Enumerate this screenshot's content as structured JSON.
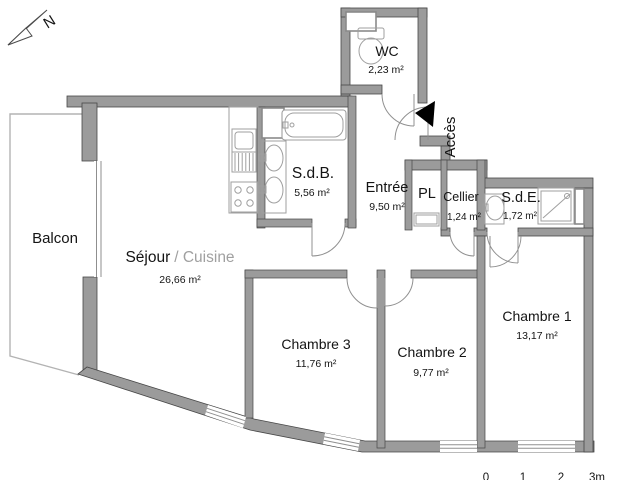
{
  "compass": {
    "label": "N"
  },
  "access": {
    "label": "Accès"
  },
  "rooms": {
    "wc": {
      "name": "WC",
      "area": "2,23 m²"
    },
    "sdb": {
      "name": "S.d.B.",
      "area": "5,56 m²"
    },
    "entree": {
      "name": "Entrée",
      "area": "9,50 m²"
    },
    "pl": {
      "name": "PL"
    },
    "cellier": {
      "name": "Cellier",
      "area": "1,24 m²"
    },
    "sde": {
      "name": "S.d.E.",
      "area": "1,72 m²"
    },
    "sejour": {
      "name": "Séjour",
      "suffix": "/ Cuisine",
      "area": "26,66 m²"
    },
    "balcon": {
      "name": "Balcon"
    },
    "chambre1": {
      "name": "Chambre 1",
      "area": "13,17 m²"
    },
    "chambre2": {
      "name": "Chambre 2",
      "area": "9,77 m²"
    },
    "chambre3": {
      "name": "Chambre 3",
      "area": "11,76 m²"
    }
  },
  "scale_bar": {
    "ticks": [
      "0",
      "1",
      "2",
      "3m"
    ]
  },
  "colors": {
    "wall": "#9b9b9b",
    "wall_outline": "#474747",
    "fixture": "#9f9f9f",
    "door_arc": "#909090",
    "text": "#141414",
    "muted_text": "#a0a0a0",
    "access_arrow": "#000000"
  }
}
